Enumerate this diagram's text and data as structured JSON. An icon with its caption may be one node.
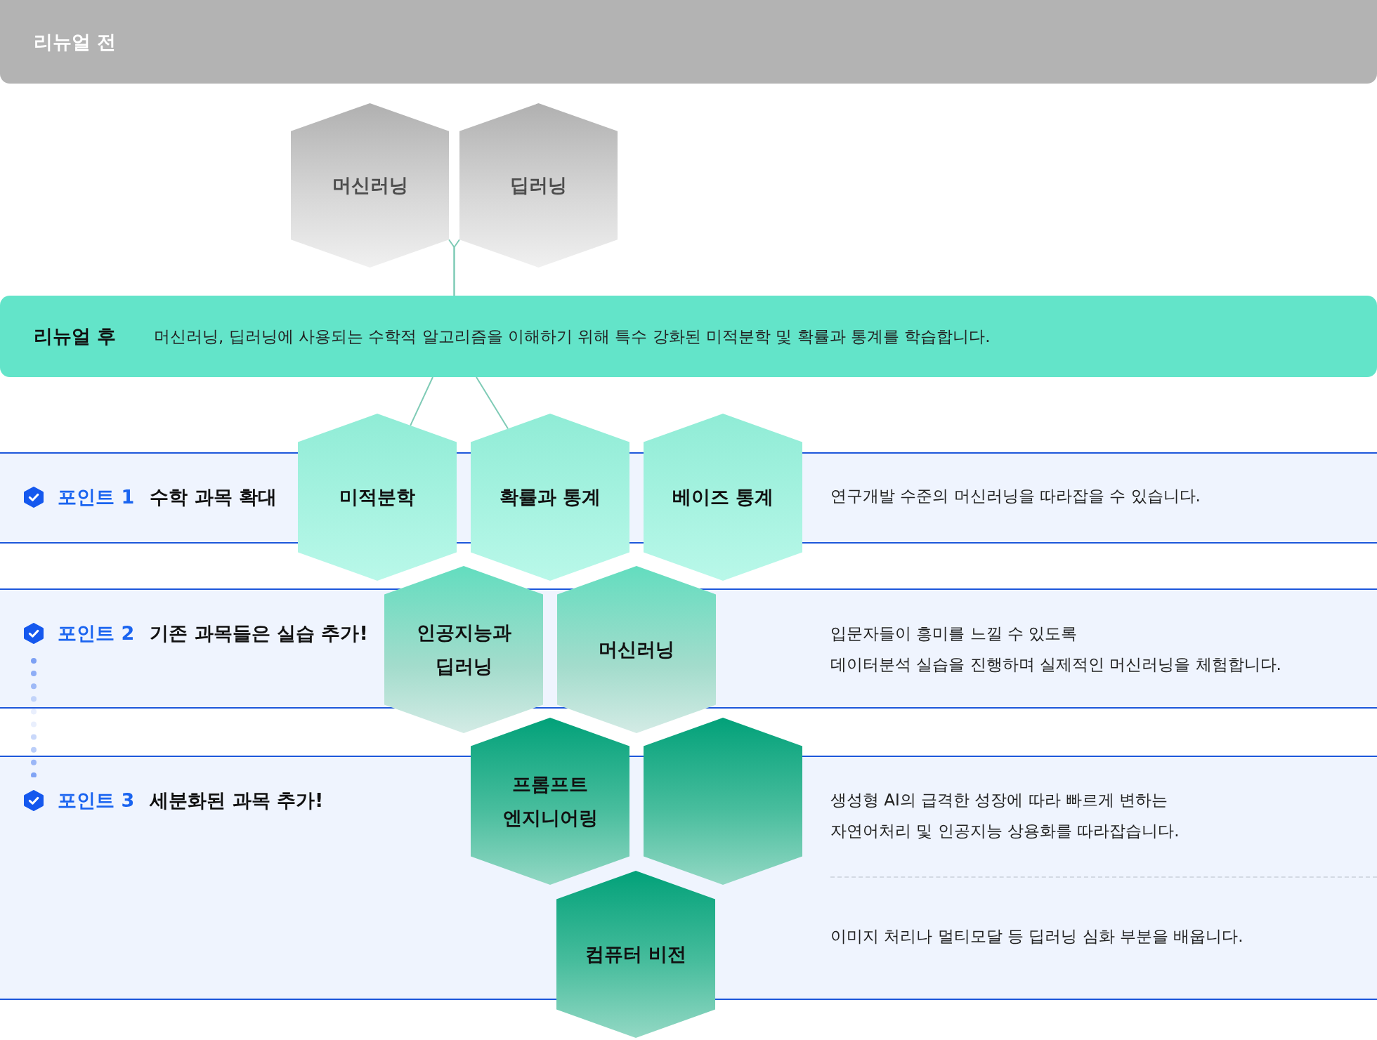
{
  "diagram": {
    "nodes": [
      {
        "text": [
          "리뉴얼 전"
        ]
      },
      {
        "text": [
          "머신러닝"
        ]
      },
      {
        "text": [
          "딥러닝"
        ]
      },
      {
        "text": [
          "리뉴얼 후",
          "머신러닝, 딥러닝에 사용되는 수학적 알고리즘을 이해하기 위해 특수 강화된 미적분학 및 확률과 통계를 학습합니다."
        ]
      },
      {
        "text": [
          "포인트 1",
          "수학 과목 확대",
          "연구개발 수준의 머신러닝을 따라잡을 수 있습니다."
        ]
      },
      {
        "text": [
          "미적분학"
        ]
      },
      {
        "text": [
          "확률과 통계"
        ]
      },
      {
        "text": [
          "베이즈 통계"
        ]
      },
      {
        "text": [
          "포인트 2",
          "기존 과목들은 실습 추가!",
          "입문자들이 흥미를 느낄 수 있도록 데이터분석 실습을 진행하며 실제적인 머신러닝을 체험합니다."
        ]
      },
      {
        "text": [
          "인공지능과 딥러닝"
        ]
      },
      {
        "text": [
          "머신러닝"
        ]
      },
      {
        "text": [
          "포인트 3",
          "세분화된 과목 추가!",
          "생성형 AI의 급격한 성장에 따라 빠르게 변하는 자연어처리 및 인공지능 상용화를 따라잡습니다.",
          "이미지 처리나 멀티모달 등 딥러닝 심화 부분을 배웁니다."
        ]
      },
      {
        "text": [
          "프롬프트 엔지니어링"
        ]
      },
      {
        "text": [],
        "shape": "hexagon"
      },
      {
        "text": [
          "컴퓨터 비전"
        ]
      }
    ],
    "edges": [
      {
        "from": 1,
        "to": 3,
        "arrow": "none"
      },
      {
        "from": 2,
        "to": 3,
        "arrow": "none"
      },
      {
        "from": 3,
        "to": 5,
        "arrow": "none"
      },
      {
        "from": 3,
        "to": 6,
        "arrow": "none"
      }
    ]
  }
}
